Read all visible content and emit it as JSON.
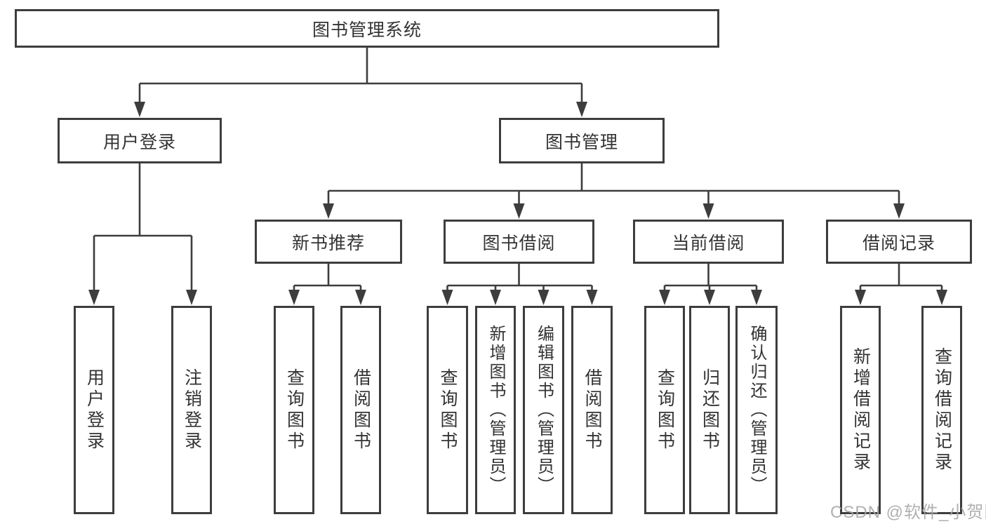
{
  "diagram_type": "functional-structure-tree",
  "colors": {
    "line": "#3d3d3d",
    "box_border": "#3d3d3d",
    "text": "#333333",
    "background": "#ffffff",
    "watermark": "#a6a6a6"
  },
  "tree": {
    "label": "图书管理系统",
    "children": [
      {
        "label": "用户登录",
        "children": [
          {
            "label": "用户登录"
          },
          {
            "label": "注销登录"
          }
        ]
      },
      {
        "label": "图书管理",
        "children": [
          {
            "label": "新书推荐",
            "children": [
              {
                "label": "查询图书"
              },
              {
                "label": "借阅图书"
              }
            ]
          },
          {
            "label": "图书借阅",
            "children": [
              {
                "label": "查询图书"
              },
              {
                "label": "新增图书（管理员）"
              },
              {
                "label": "编辑图书（管理员）"
              },
              {
                "label": "借阅图书"
              }
            ]
          },
          {
            "label": "当前借阅",
            "children": [
              {
                "label": "查询图书"
              },
              {
                "label": "归还图书"
              },
              {
                "label": "确认归还（管理员）"
              }
            ]
          },
          {
            "label": "借阅记录",
            "children": [
              {
                "label": "新增借阅记录"
              },
              {
                "label": "查询借阅记录"
              }
            ]
          }
        ]
      }
    ]
  },
  "watermark": {
    "text": "CSDN @软件_小贺同学"
  }
}
